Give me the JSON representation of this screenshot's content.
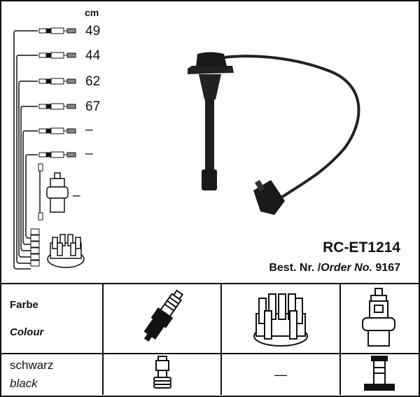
{
  "legend": {
    "unit": "cm",
    "lengths": [
      "49",
      "44",
      "62",
      "67",
      "–",
      "–"
    ],
    "coil_length": "–"
  },
  "product": {
    "code": "RC-ET1214",
    "order_label_de": "Best. Nr. /",
    "order_label_en": "Order No.",
    "order_number": "9167"
  },
  "table": {
    "header_de": "Farbe",
    "header_en": "Colour",
    "color_de": "schwarz",
    "color_en": "black",
    "distributor_value": "—"
  }
}
